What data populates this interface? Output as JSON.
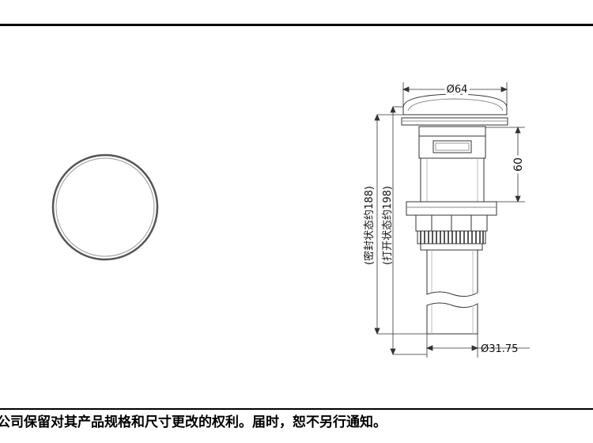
{
  "drawing": {
    "dimensions": {
      "top_diameter": "Ø64",
      "cap_height": "60",
      "tail_diameter": "Ø31.75",
      "sealed_height": "(密封状态约188)",
      "open_height": "(打开状态约198)"
    }
  },
  "footer": {
    "note": "公司保留对其产品规格和尺寸更改的权利。届时，恕不另行通知。"
  }
}
